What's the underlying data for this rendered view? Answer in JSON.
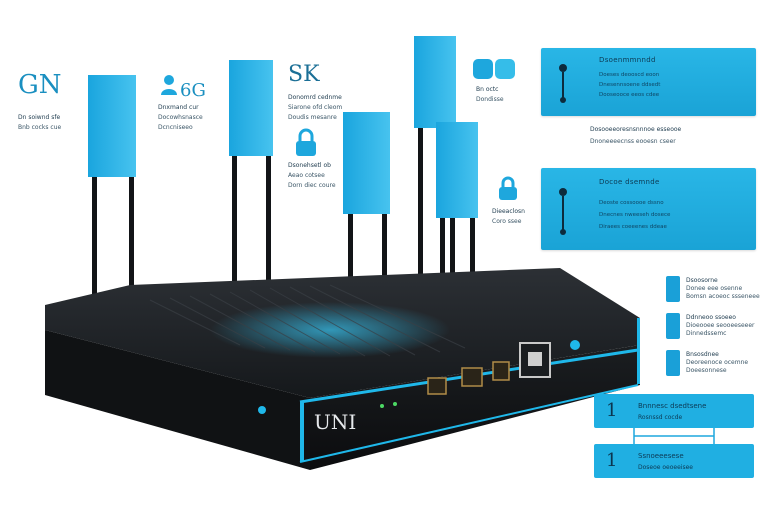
{
  "labels": {
    "gn": "GN",
    "g6": "6G",
    "sk": "SK",
    "router_brand": "UNI"
  },
  "callouts": {
    "left_1": "Dn soiwnd sfe",
    "left_2": "Bnb cocks cue",
    "g6_1": "Dnxmand cur",
    "g6_2": "Docowhsnasce",
    "g6_3": "Dcncniseeo",
    "sk_1": "Donomrd cednme",
    "sk_2": "Siarone ofd cleom",
    "sk_3": "Doudis mesanre",
    "lock_1": "Dsonehsetl ob",
    "lock_2": "Aeao cotsee",
    "lock_3": "Dorn diec coure",
    "ant_1": "Bn octc",
    "ant_2": "Dondisse",
    "lock_r_1": "Dieeaclosn",
    "lock_r_2": "Coro ssee"
  },
  "panels": {
    "top_title": "Dsoenmmnndd",
    "top_lines": [
      "Doeses deooscd eoon",
      "Dnesennsoene ddsedt",
      "Dooseooce eeos cdee"
    ],
    "mid_title": "Docoe dsemnde",
    "mid_lines": [
      "Deoste cossoooe dssno",
      "Dnecnes nweeseh dosece",
      "Diraees coeeenes ddeae"
    ],
    "mid_caption_1": "Dosooeeoresnsnnnoe esseooe",
    "mid_caption_2": "Dnoneeeecnss eooesn cseer"
  },
  "strip_items": [
    {
      "title": "Dsoosorne",
      "line1": "Donee eee osenne",
      "line2": "Bomsn acoeoc ssseneee"
    },
    {
      "title": "Ddnneoo ssoeeo",
      "line1": "Dioeooee seooeeseeer",
      "line2": "Dinnedssemc"
    },
    {
      "title": "Bnsosdnee",
      "line1": "Deoreenoce ocemne",
      "line2": "Doeesonnese"
    }
  ],
  "number_boxes": [
    {
      "num": "1",
      "title": "Bnnnesc dsedtsene",
      "line": "Rosnssd cocde"
    },
    {
      "num": "1",
      "title": "Ssnoeeesese",
      "line": "Doseoe oeoeeisee"
    }
  ],
  "colors": {
    "accent": "#1aa3d6",
    "router_body": "#1c1f22",
    "led": "#1fb8ea"
  }
}
